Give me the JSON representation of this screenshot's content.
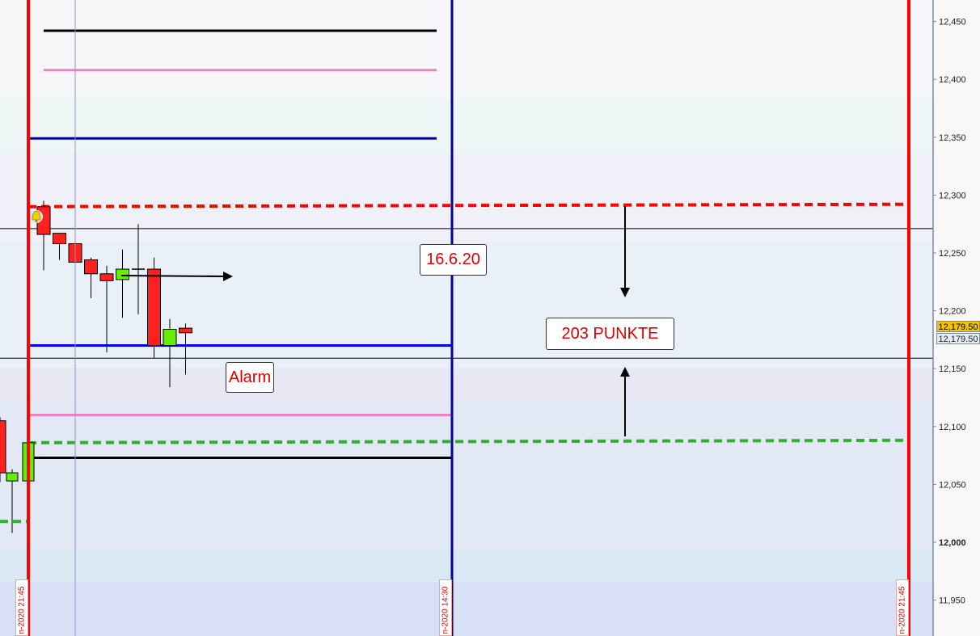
{
  "chart_data": {
    "type": "candlestick",
    "instrument_scale": "price",
    "ylim": [
      11925,
      12470
    ],
    "y_ticks": [
      12450,
      12400,
      12350,
      12300,
      12250,
      12200,
      12150,
      12100,
      12050,
      12000,
      11950
    ],
    "y_tick_labels": [
      "12,450",
      "12,400",
      "12,350",
      "12,300",
      "12,250",
      "12,200",
      "12,150",
      "12,100",
      "12,050",
      "12,000",
      "11,950"
    ],
    "candles_left": [
      {
        "o": 12105,
        "h": 12108,
        "l": 12052,
        "c": 12060
      },
      {
        "o": 12053,
        "h": 12063,
        "l": 12008,
        "c": 12060
      },
      {
        "o": 12053,
        "h": 12088,
        "l": 12050,
        "c": 12086
      }
    ],
    "candles": [
      {
        "o": 12290,
        "h": 12295,
        "l": 12235,
        "c": 12266
      },
      {
        "o": 12267,
        "h": 12267,
        "l": 12244,
        "c": 12258
      },
      {
        "o": 12258,
        "h": 12275,
        "l": 12216,
        "c": 12242
      },
      {
        "o": 12244,
        "h": 12246,
        "l": 12211,
        "c": 12232
      },
      {
        "o": 12232,
        "h": 12239,
        "l": 12164,
        "c": 12226
      },
      {
        "o": 12227,
        "h": 12253,
        "l": 12194,
        "c": 12236
      },
      {
        "o": 12236,
        "h": 12275,
        "l": 12197,
        "c": 12236
      },
      {
        "o": 12236,
        "h": 12246,
        "l": 12159,
        "c": 12170
      },
      {
        "o": 12170,
        "h": 12193,
        "l": 12134,
        "c": 12184
      },
      {
        "o": 12185,
        "h": 12189,
        "l": 12145,
        "c": 12181
      }
    ],
    "horizontal_levels": [
      {
        "price": 12442,
        "color": "#000000",
        "style": "solid"
      },
      {
        "price": 12408,
        "color": "#f080c0",
        "style": "solid"
      },
      {
        "price": 12349,
        "color": "#0000a0",
        "style": "solid"
      },
      {
        "price": 12290,
        "color": "#ff0000",
        "style": "dashed"
      },
      {
        "price": 12271,
        "color": "#000000",
        "style": "thin"
      },
      {
        "price": 12170,
        "color": "#0000ff",
        "style": "solid"
      },
      {
        "price": 12159,
        "color": "#000000",
        "style": "thin"
      },
      {
        "price": 12110,
        "color": "#f080c0",
        "style": "solid"
      },
      {
        "price": 12086,
        "color": "#30b030",
        "style": "dashed"
      },
      {
        "price": 12073,
        "color": "#000000",
        "style": "solid"
      },
      {
        "price": 12018,
        "color": "#30b030",
        "style": "dashed"
      }
    ],
    "last_price": "12,179.50",
    "bid_price": "12,179.50",
    "colors": {
      "up": "#66ee00",
      "down": "#ff2020",
      "session": "#ff0000",
      "marker": "#0000a0"
    }
  },
  "annotations": {
    "date_label": "16.6.20",
    "points_label": "203  PUNKTE",
    "alarm_label": "Alarm"
  },
  "time_labels": [
    "n-2020 21:45",
    "n-2020 14:30",
    "n-2020 21:45"
  ]
}
